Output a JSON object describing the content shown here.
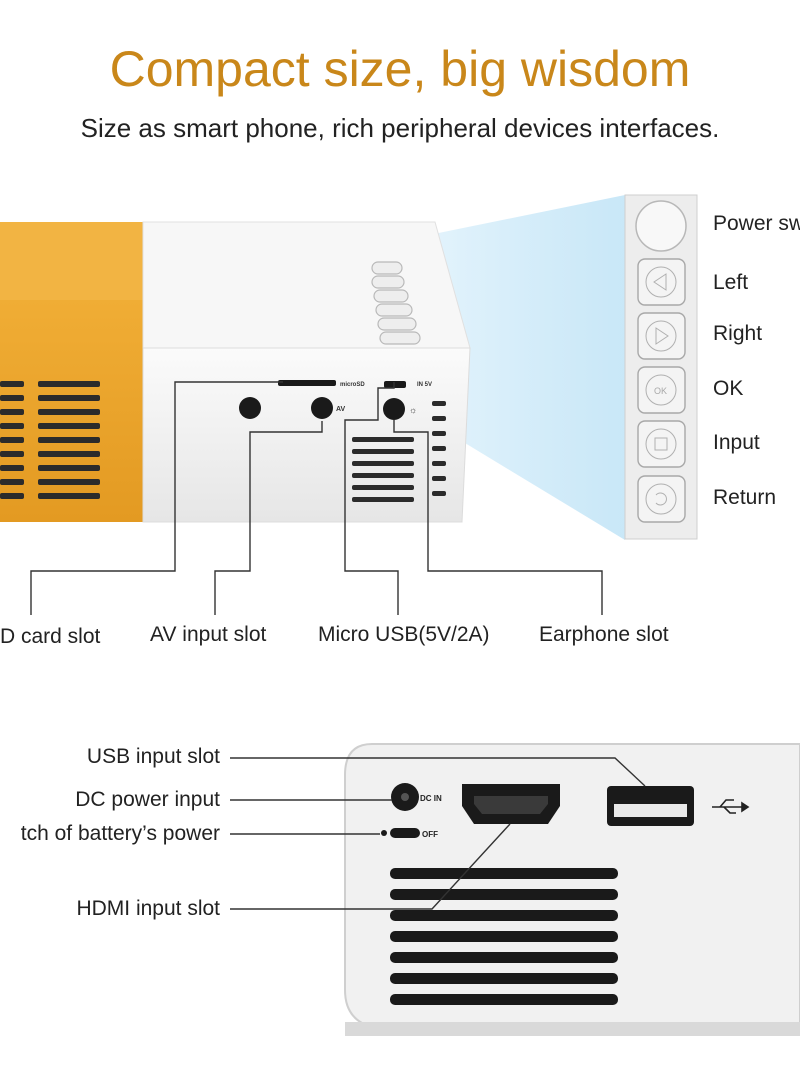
{
  "headline": "Compact size, big wisdom",
  "subline": "Size as smart phone, rich peripheral devices interfaces.",
  "colors": {
    "accent": "#c9871a",
    "housing_orange": "#eda62e",
    "housing_white": "#f4f4f4",
    "beam": "#cfeaf8"
  },
  "device_markings": {
    "microsd": "microSD",
    "in5v": "IN 5V",
    "av": "AV",
    "dc_in": "DC IN",
    "off": "OFF",
    "ok": "OK"
  },
  "buttons": [
    {
      "label": "Power sw",
      "icon": "power-icon"
    },
    {
      "label": "Left",
      "icon": "left-arrow-icon"
    },
    {
      "label": "Right",
      "icon": "right-arrow-icon"
    },
    {
      "label": "OK",
      "icon": "ok-icon"
    },
    {
      "label": "Input",
      "icon": "input-icon"
    },
    {
      "label": "Return",
      "icon": "return-icon"
    }
  ],
  "side_ports": [
    {
      "label": "D card slot"
    },
    {
      "label": "AV input slot"
    },
    {
      "label": "Micro USB(5V/2A)"
    },
    {
      "label": "Earphone slot"
    }
  ],
  "rear_ports": [
    {
      "label": "USB input slot"
    },
    {
      "label": "DC power input"
    },
    {
      "label": "tch of battery’s power"
    },
    {
      "label": "HDMI input slot"
    }
  ]
}
